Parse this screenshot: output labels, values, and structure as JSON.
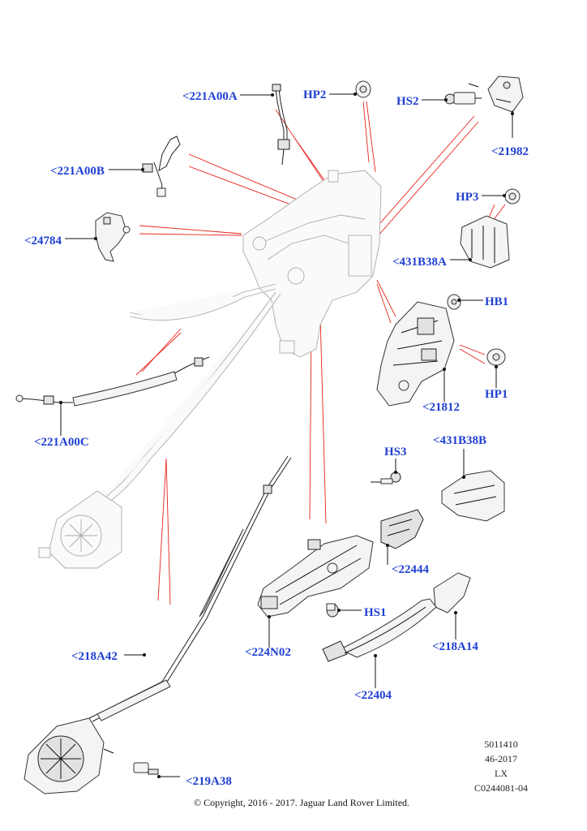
{
  "callouts": [
    {
      "id": "c221A00A",
      "text": "<221A00A"
    },
    {
      "id": "cHP2",
      "text": "HP2"
    },
    {
      "id": "cHS2",
      "text": "HS2"
    },
    {
      "id": "c21982",
      "text": "<21982"
    },
    {
      "id": "c221A00B",
      "text": "<221A00B"
    },
    {
      "id": "cHP3",
      "text": "HP3"
    },
    {
      "id": "c24784",
      "text": "<24784"
    },
    {
      "id": "c431B38A",
      "text": "<431B38A"
    },
    {
      "id": "cHB1",
      "text": "HB1"
    },
    {
      "id": "cHP1",
      "text": "HP1"
    },
    {
      "id": "c21812",
      "text": "<21812"
    },
    {
      "id": "c221A00C",
      "text": "<221A00C"
    },
    {
      "id": "cHS3",
      "text": "HS3"
    },
    {
      "id": "c431B38B",
      "text": "<431B38B"
    },
    {
      "id": "c22444",
      "text": "<22444"
    },
    {
      "id": "cHS1",
      "text": "HS1"
    },
    {
      "id": "c224N02",
      "text": "<224N02"
    },
    {
      "id": "c218A14",
      "text": "<218A14"
    },
    {
      "id": "c218A42",
      "text": "<218A42"
    },
    {
      "id": "c22404",
      "text": "<22404"
    },
    {
      "id": "c219A38",
      "text": "<219A38"
    }
  ],
  "meta": {
    "ref": "5011410",
    "date": "46-2017",
    "model": "LX",
    "code": "C0244081-04"
  },
  "copyright": "© Copyright, 2016 - 2017. Jaguar Land Rover Limited.",
  "colors": {
    "callout": "#1f3fd1",
    "leader": "#e8221c",
    "line": "#111111"
  }
}
